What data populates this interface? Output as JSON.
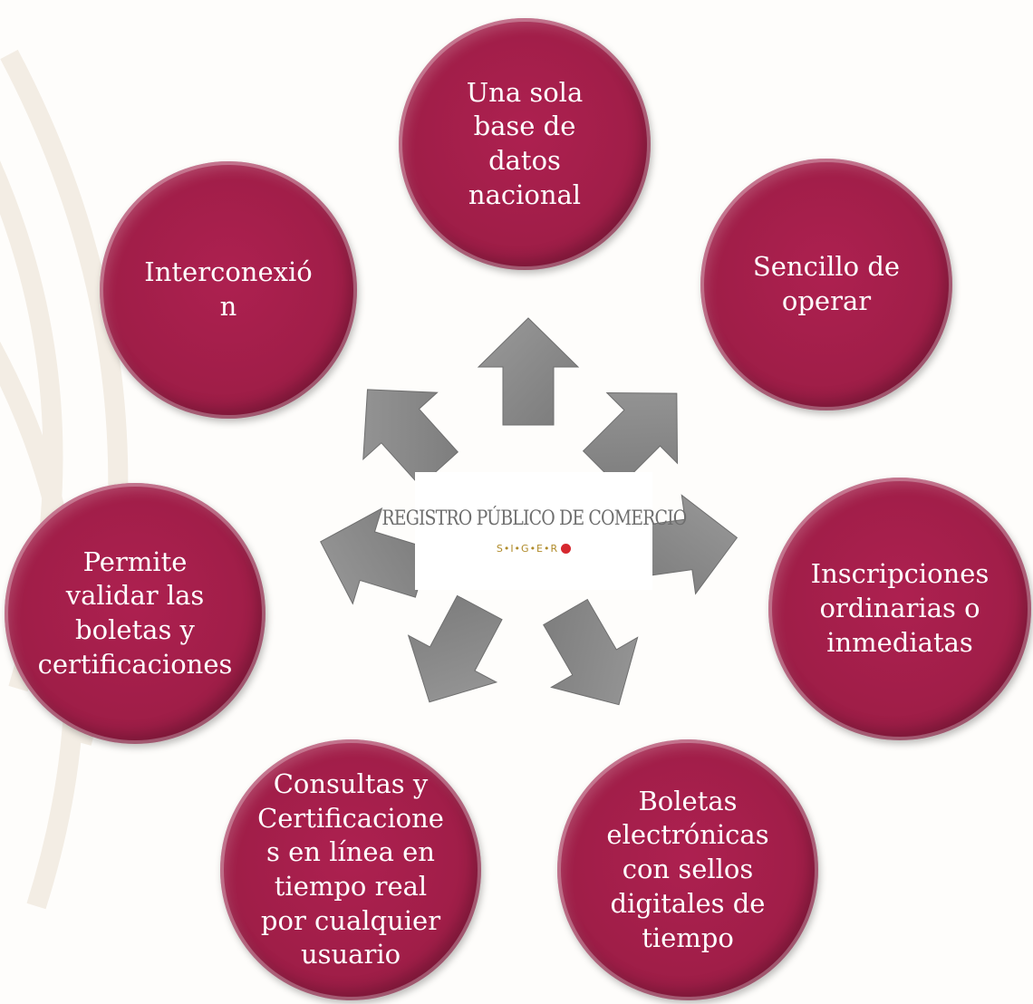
{
  "center_logo": {
    "title": "REGISTRO PÚBLICO DE COMERCIO",
    "subtitle": "S•I•G•E•R"
  },
  "features": [
    {
      "id": "base-datos",
      "text": "Una sola\nbase de\ndatos\nnacional"
    },
    {
      "id": "sencillo",
      "text": "Sencillo de\noperar"
    },
    {
      "id": "inscripciones",
      "text": "Inscripciones\nordinarias o\ninmediatas"
    },
    {
      "id": "boletas",
      "text": "Boletas\nelectrónicas\ncon sellos\ndigitales de\ntiempo"
    },
    {
      "id": "consultas",
      "text": "Consultas y\nCertificacione\ns en línea en\ntiempo real\npor cualquier\nusuario"
    },
    {
      "id": "permite",
      "text": "Permite\nvalidar las\nboletas y\ncertificaciones"
    },
    {
      "id": "interconexion",
      "text": "Interconexió\nn"
    }
  ],
  "colors": {
    "bubble": "#a31e4a",
    "arrow": "#8c8c8c",
    "logo_accent": "#d6282f"
  },
  "icons": {
    "arrow": "block-arrow-icon",
    "logo_dot": "red-dot-icon"
  }
}
